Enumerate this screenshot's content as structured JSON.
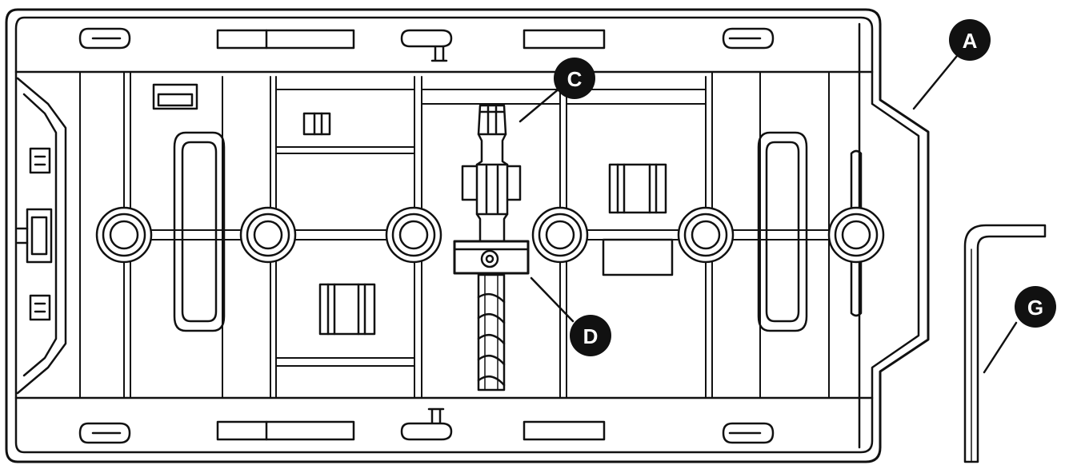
{
  "colors": {
    "line": "#111111",
    "fill": "#ffffff",
    "callout_bg": "#111111",
    "callout_text": "#ffffff",
    "shade": "#dcdcdc"
  },
  "callouts": {
    "a": "A",
    "c": "C",
    "d": "D",
    "g": "G"
  }
}
